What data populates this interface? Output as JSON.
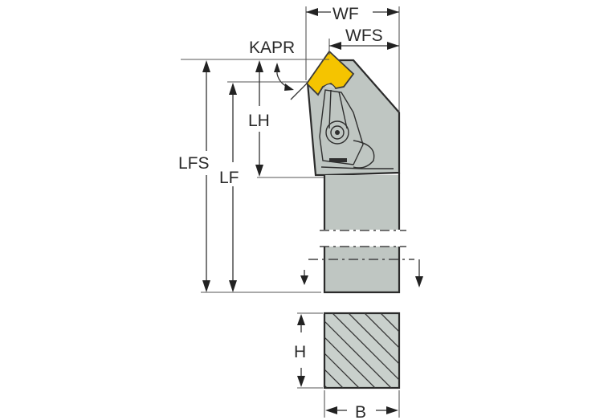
{
  "diagram": {
    "type": "turning tool holder dimension drawing",
    "labels": {
      "wf": "WF",
      "wfs": "WFS",
      "kapr": "KAPR",
      "lh": "LH",
      "lfs": "LFS",
      "lf": "LF",
      "h": "H",
      "b": "B"
    },
    "colors": {
      "insert": "#f5c400",
      "insert_outline": "#3a3a3a",
      "body": "#bfc6c2",
      "outline": "#2b2b2b",
      "dimension_lines": "#333333",
      "background": "#ffffff"
    },
    "views": [
      "side view (tool holder with insert)",
      "cross-section view (shank)"
    ]
  }
}
